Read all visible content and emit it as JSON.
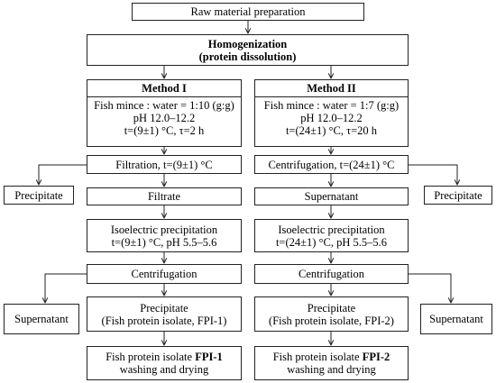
{
  "raw": {
    "text": "Raw material preparation"
  },
  "homog": {
    "line1": "Homogenization",
    "line2": "(protein dissolution)"
  },
  "method1": {
    "header": "Method I",
    "ratio": "Fish mince : water = 1:10 (g:g)",
    "ph": "pH 12.0–12.2",
    "cond": "t=(9±1) °C, τ=2 h",
    "separation": "Filtration, t=(9±1) °C",
    "side_product": "Precipitate",
    "liquid": "Filtrate",
    "iep_line1": "Isoelectric precipitation",
    "iep_line2": "t=(9±1) °C, pH 5.5–5.6",
    "centrifugation": "Centrifugation",
    "supernatant": "Supernatant",
    "precip_line1": "Precipitate",
    "precip_line2": "(Fish protein isolate, FPI-1)",
    "final_prefix": "Fish protein isolate ",
    "final_code": "FPI-1",
    "final_line2": "washing and drying"
  },
  "method2": {
    "header": "Method II",
    "ratio": "Fish mince : water = 1:7 (g:g)",
    "ph": "pH 12.0–12.2",
    "cond": "t=(24±1) °C, τ=20 h",
    "separation": "Centrifugation, t=(24±1) °C",
    "side_product": "Precipitate",
    "liquid": "Supernatant",
    "iep_line1": "Isoelectric precipitation",
    "iep_line2": "t=(24±1) °C, pH 5.5–5.6",
    "centrifugation": "Centrifugation",
    "supernatant": "Supernatant",
    "precip_line1": "Precipitate",
    "precip_line2": "(Fish protein isolate, FPI-2)",
    "final_prefix": "Fish protein isolate ",
    "final_code": "FPI-2",
    "final_line2": "washing and drying"
  }
}
